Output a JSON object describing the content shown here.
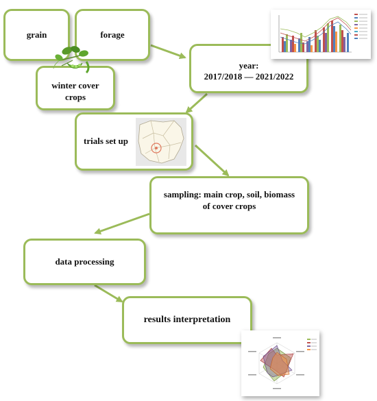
{
  "boxes": {
    "grain": "grain",
    "forage": "forage",
    "winter_cover_crops_line1": "winter cover",
    "winter_cover_crops_line2": "crops",
    "year_label": "year:",
    "year_range": "2017/2018 — 2021/2022",
    "trials_set_up": "trials set up",
    "sampling_line1": "sampling: main crop, soil, biomass",
    "sampling_line2": "of cover crops",
    "data_processing": "data processing",
    "results_interpretation": "results interpretation"
  },
  "icons": [
    "pea-plant-icon",
    "bar-line-chart-thumbnail",
    "region-map-thumbnail",
    "radar-chart-thumbnail"
  ],
  "colors": {
    "border": "#9bbb59",
    "arrow": "#9bbb59",
    "text": "#111111"
  }
}
